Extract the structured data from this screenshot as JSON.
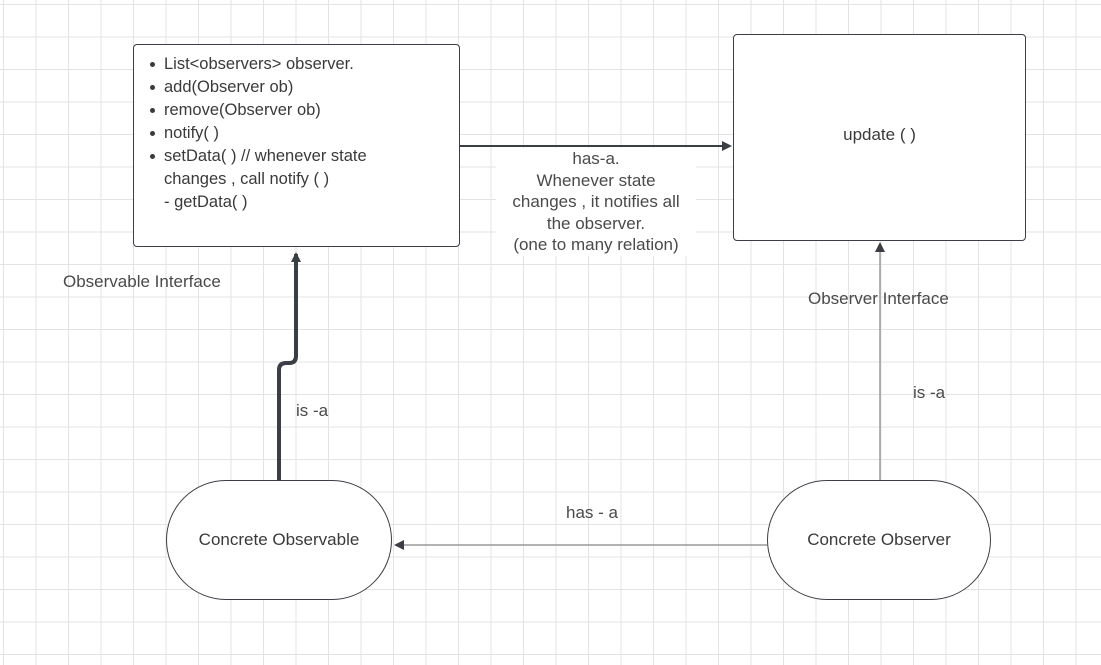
{
  "observable_box": {
    "items": [
      "List<observers> observer.",
      "add(Observer ob)",
      "remove(Observer ob)",
      "notify( )",
      "setData( ) // whenever state",
      "changes , call notify ( )",
      "- getData( )"
    ]
  },
  "observer_box": {
    "method": "update ( )"
  },
  "concrete_observable": {
    "label": "Concrete Observable"
  },
  "concrete_observer": {
    "label": "Concrete Observer"
  },
  "edges": {
    "has_a_top": {
      "lines": [
        "has-a.",
        "Whenever state",
        "changes , it notifies all",
        "the observer.",
        "(one to many relation)"
      ]
    },
    "observable_interface": "Observable Interface",
    "observer_interface": "Observer Interface",
    "is_a_left": "is -a",
    "is_a_right": "is -a",
    "has_a_bottom": "has - a"
  },
  "colors": {
    "stroke": "#3b3f45",
    "thin_stroke": "#9a9a9a",
    "grid": "#e3e3e3",
    "text": "#3a3a3a"
  }
}
